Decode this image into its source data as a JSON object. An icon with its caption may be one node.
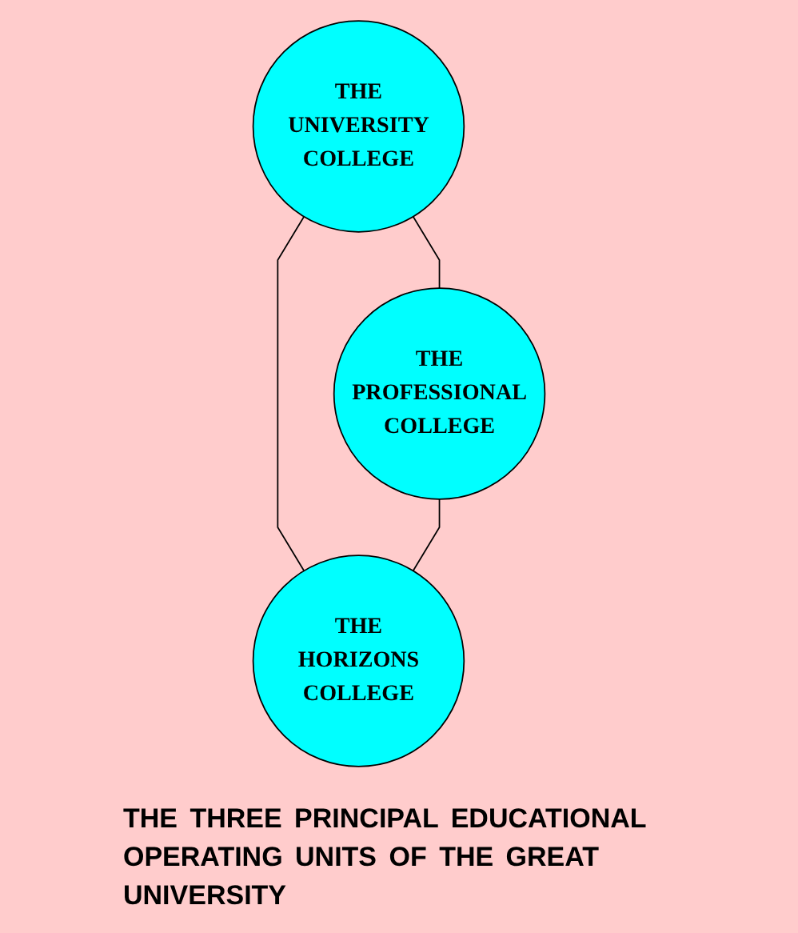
{
  "diagram": {
    "nodes": [
      {
        "text": [
          "THE UNIVERSITY COLLEGE"
        ]
      },
      {
        "text": [
          "THE PROFESSIONAL COLLEGE"
        ]
      },
      {
        "text": [
          "THE HORIZONS COLLEGE"
        ]
      }
    ],
    "edges": [
      {
        "from": 0,
        "to": 1,
        "arrow": "none"
      },
      {
        "from": 0,
        "to": 2,
        "arrow": "none"
      },
      {
        "from": 1,
        "to": 2,
        "arrow": "none"
      }
    ],
    "caption": "THE THREE PRINCIPAL EDUCATIONAL OPERATING UNITS OF THE GREAT UNIVERSITY"
  }
}
